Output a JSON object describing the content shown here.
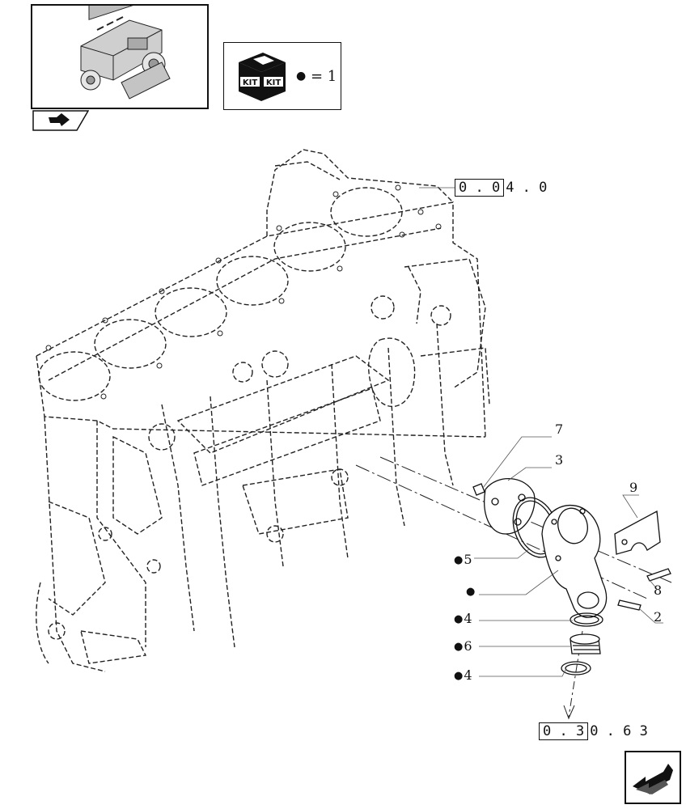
{
  "kit_legend": {
    "symbol": "●",
    "equals": "=",
    "value": "1"
  },
  "kit_icon": {
    "line1": "KIT",
    "line2": "KIT"
  },
  "references": {
    "top": {
      "boxed": "0 . 0",
      "rest": "4 . 0"
    },
    "bottom": {
      "boxed": "0 . 3",
      "rest": "0 . 6 3"
    }
  },
  "callouts": {
    "c7": {
      "dot": "",
      "number": "7"
    },
    "c3": {
      "dot": "",
      "number": "3"
    },
    "c9": {
      "dot": "",
      "number": "9"
    },
    "c5": {
      "dot": "●",
      "number": "5"
    },
    "c1": {
      "dot": "●",
      "number": ""
    },
    "c8": {
      "dot": "",
      "number": "8"
    },
    "c2": {
      "dot": "",
      "number": "2"
    },
    "c4a": {
      "dot": "●",
      "number": "4"
    },
    "c6": {
      "dot": "●",
      "number": "6"
    },
    "c4b": {
      "dot": "●",
      "number": "4"
    }
  },
  "icons": {
    "engine_thumbnail": "engine-thumbnail-icon",
    "kit": "kit-box-icon",
    "nav": "nav-arrow-icon",
    "exit": "exit-arrow-icon"
  },
  "colors": {
    "line": "#111111",
    "background": "#ffffff"
  }
}
